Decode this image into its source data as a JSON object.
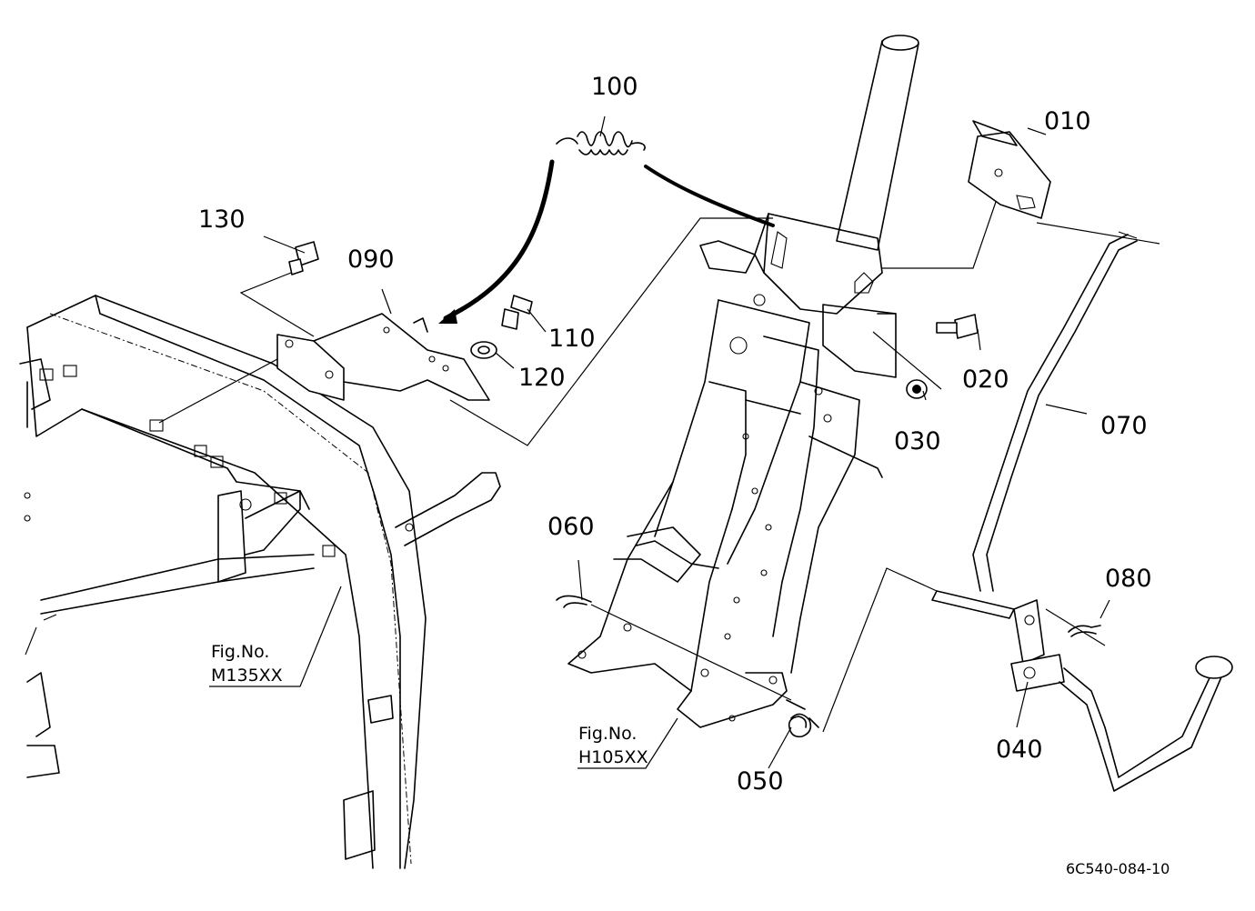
{
  "callouts": {
    "c010": "010",
    "c020": "020",
    "c030": "030",
    "c040": "040",
    "c050": "050",
    "c060": "060",
    "c070": "070",
    "c080": "080",
    "c090": "090",
    "c100": "100",
    "c110": "110",
    "c120": "120",
    "c130": "130"
  },
  "references": {
    "left_prefix": "Fig.No.",
    "left_code": "M135XX",
    "right_prefix": "Fig.No.",
    "right_code": "H105XX"
  },
  "diagram_code": "6C540-084-10"
}
